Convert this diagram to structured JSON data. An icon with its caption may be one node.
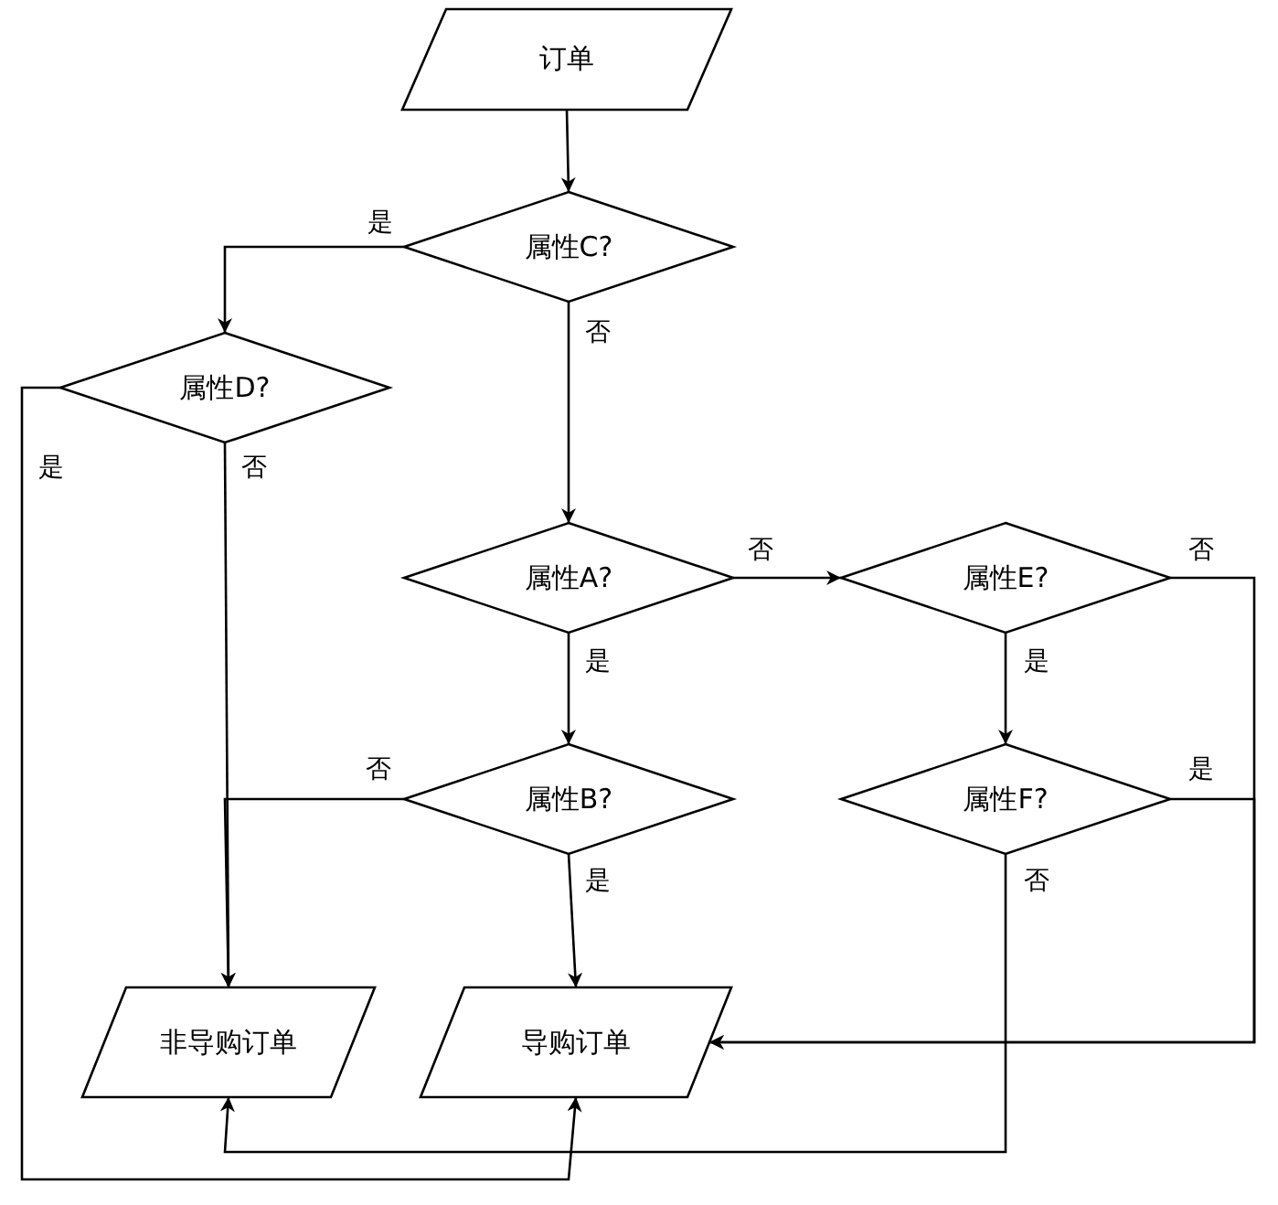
{
  "diagram": {
    "nodes": [
      {
        "text": [
          "订单"
        ]
      },
      {
        "text": [
          "属性C?"
        ]
      },
      {
        "text": [
          "属性D?"
        ]
      },
      {
        "text": [
          "属性A?"
        ]
      },
      {
        "text": [
          "属性E?"
        ]
      },
      {
        "text": [
          "属性B?"
        ]
      },
      {
        "text": [
          "属性F?"
        ]
      },
      {
        "text": [
          "非导购订单"
        ]
      },
      {
        "text": [
          "导购订单"
        ]
      }
    ],
    "edges": [
      {
        "from": 0,
        "to": 1,
        "arrow": "to"
      },
      {
        "from": 1,
        "to": 2,
        "arrow": "to",
        "label": "是"
      },
      {
        "from": 1,
        "to": 3,
        "arrow": "to",
        "label": "否"
      },
      {
        "from": 2,
        "to": 8,
        "arrow": "to",
        "label": "是"
      },
      {
        "from": 2,
        "to": 7,
        "arrow": "to",
        "label": "否"
      },
      {
        "from": 3,
        "to": 4,
        "arrow": "to",
        "label": "否"
      },
      {
        "from": 3,
        "to": 5,
        "arrow": "to",
        "label": "是"
      },
      {
        "from": 4,
        "to": 6,
        "arrow": "to",
        "label": "是"
      },
      {
        "from": 4,
        "to": 8,
        "arrow": "to",
        "label": "否"
      },
      {
        "from": 5,
        "to": 7,
        "arrow": "to",
        "label": "否"
      },
      {
        "from": 5,
        "to": 8,
        "arrow": "to",
        "label": "是"
      },
      {
        "from": 6,
        "to": 8,
        "arrow": "to",
        "label": "是"
      },
      {
        "from": 6,
        "to": 7,
        "arrow": "to",
        "label": "否"
      }
    ]
  }
}
